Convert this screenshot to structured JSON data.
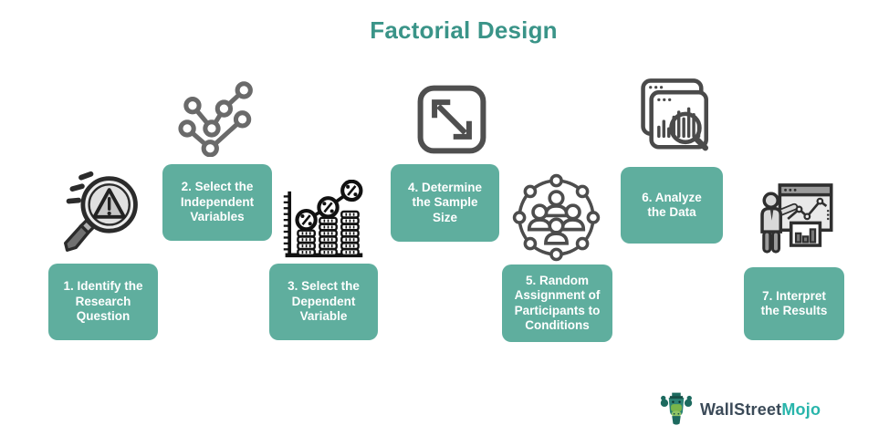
{
  "title": "Factorial Design",
  "colors": {
    "title": "#3a9488",
    "box_bg": "#5fae9e",
    "box_text": "#ffffff",
    "icon_stroke": "#4d4d4d",
    "icon_dark": "#111111",
    "logo_primary": "#3b4a58",
    "logo_accent": "#28b5ab"
  },
  "steps": [
    {
      "label": "1. Identify the\nResearch\nQuestion",
      "icon": "magnifier-warning-icon"
    },
    {
      "label": "2. Select the\nIndependent\nVariables",
      "icon": "network-nodes-icon"
    },
    {
      "label": "3. Select the\nDependent\nVariable",
      "icon": "coin-stacks-icon"
    },
    {
      "label": "4. Determine\nthe Sample\nSize",
      "icon": "resize-arrows-icon"
    },
    {
      "label": "5. Random\nAssignment of\nParticipants to\nConditions",
      "icon": "participants-circle-icon"
    },
    {
      "label": "6. Analyze\nthe Data",
      "icon": "chart-magnifier-icon"
    },
    {
      "label": "7. Interpret\nthe Results",
      "icon": "presenter-chart-icon"
    }
  ],
  "logo": {
    "icon": "bull-icon",
    "text_primary": "WallStreet",
    "text_accent": "Mojo"
  }
}
